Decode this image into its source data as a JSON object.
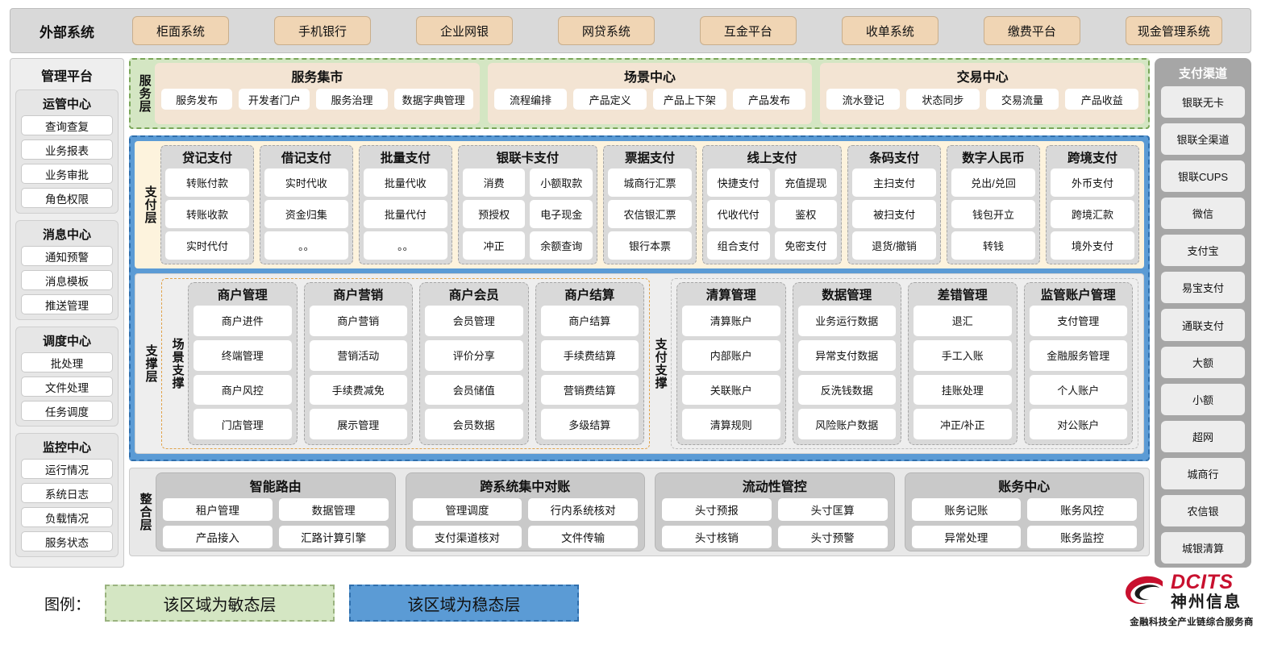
{
  "external": {
    "title": "外部系统",
    "items": [
      "柜面系统",
      "手机银行",
      "企业网银",
      "网贷系统",
      "互金平台",
      "收单系统",
      "缴费平台",
      "现金管理系统"
    ]
  },
  "management": {
    "title": "管理平台",
    "groups": [
      {
        "title": "运管中心",
        "items": [
          "查询查复",
          "业务报表",
          "业务审批",
          "角色权限"
        ]
      },
      {
        "title": "消息中心",
        "items": [
          "通知预警",
          "消息模板",
          "推送管理"
        ]
      },
      {
        "title": "调度中心",
        "items": [
          "批处理",
          "文件处理",
          "任务调度"
        ]
      },
      {
        "title": "监控中心",
        "items": [
          "运行情况",
          "系统日志",
          "负载情况",
          "服务状态"
        ]
      }
    ]
  },
  "service_layer": {
    "label": "服务层",
    "groups": [
      {
        "title": "服务集市",
        "items": [
          "服务发布",
          "开发者门户",
          "服务治理",
          "数据字典管理"
        ]
      },
      {
        "title": "场景中心",
        "items": [
          "流程编排",
          "产品定义",
          "产品上下架",
          "产品发布"
        ]
      },
      {
        "title": "交易中心",
        "items": [
          "流水登记",
          "状态同步",
          "交易流量",
          "产品收益"
        ]
      }
    ]
  },
  "payment_layer": {
    "label": "支付层",
    "columns": [
      {
        "title": "贷记支付",
        "cols": 1,
        "cells": [
          "转账付款",
          "转账收款",
          "实时代付"
        ]
      },
      {
        "title": "借记支付",
        "cols": 1,
        "cells": [
          "实时代收",
          "资金归集",
          "。。"
        ]
      },
      {
        "title": "批量支付",
        "cols": 1,
        "cells": [
          "批量代收",
          "批量代付",
          "。。"
        ]
      },
      {
        "title": "银联卡支付",
        "cols": 2,
        "cells": [
          "消费",
          "小额取款",
          "预授权",
          "电子现金",
          "冲正",
          "余额查询"
        ]
      },
      {
        "title": "票据支付",
        "cols": 1,
        "cells": [
          "城商行汇票",
          "农信银汇票",
          "银行本票"
        ]
      },
      {
        "title": "线上支付",
        "cols": 2,
        "cells": [
          "快捷支付",
          "充值提现",
          "代收代付",
          "鉴权",
          "组合支付",
          "免密支付"
        ]
      },
      {
        "title": "条码支付",
        "cols": 1,
        "cells": [
          "主扫支付",
          "被扫支付",
          "退货/撤销"
        ]
      },
      {
        "title": "数字人民币",
        "cols": 1,
        "cells": [
          "兑出/兑回",
          "钱包开立",
          "转钱"
        ]
      },
      {
        "title": "跨境支付",
        "cols": 1,
        "cells": [
          "外币支付",
          "跨境汇款",
          "境外支付"
        ]
      }
    ]
  },
  "support_layer": {
    "label": "支撑层",
    "scene": {
      "label": "场景支撑",
      "columns": [
        {
          "title": "商户管理",
          "items": [
            "商户进件",
            "终端管理",
            "商户风控",
            "门店管理"
          ]
        },
        {
          "title": "商户营销",
          "items": [
            "商户营销",
            "营销活动",
            "手续费减免",
            "展示管理"
          ]
        },
        {
          "title": "商户会员",
          "items": [
            "会员管理",
            "评价分享",
            "会员储值",
            "会员数据"
          ]
        },
        {
          "title": "商户结算",
          "items": [
            "商户结算",
            "手续费结算",
            "营销费结算",
            "多级结算"
          ]
        }
      ]
    },
    "pay_support": {
      "label": "支付支撑",
      "columns": [
        {
          "title": "清算管理",
          "items": [
            "清算账户",
            "内部账户",
            "关联账户",
            "清算规则"
          ]
        },
        {
          "title": "数据管理",
          "items": [
            "业务运行数据",
            "异常支付数据",
            "反洗钱数据",
            "风险账户数据"
          ]
        },
        {
          "title": "差错管理",
          "items": [
            "退汇",
            "手工入账",
            "挂账处理",
            "冲正/补正"
          ]
        },
        {
          "title": "监管账户管理",
          "items": [
            "支付管理",
            "金融服务管理",
            "个人账户",
            "对公账户"
          ]
        }
      ]
    }
  },
  "integration_layer": {
    "label": "整合层",
    "groups": [
      {
        "title": "智能路由",
        "rows": [
          [
            "租户管理",
            "数据管理"
          ],
          [
            "产品接入",
            "汇路计算引擎"
          ]
        ]
      },
      {
        "title": "跨系统集中对账",
        "rows": [
          [
            "管理调度",
            "行内系统核对"
          ],
          [
            "支付渠道核对",
            "文件传输"
          ]
        ]
      },
      {
        "title": "流动性管控",
        "rows": [
          [
            "头寸预报",
            "头寸匡算"
          ],
          [
            "头寸核销",
            "头寸预警"
          ]
        ]
      },
      {
        "title": "账务中心",
        "rows": [
          [
            "账务记账",
            "账务风控"
          ],
          [
            "异常处理",
            "账务监控"
          ]
        ]
      }
    ]
  },
  "channels": {
    "title": "支付渠道",
    "items": [
      "银联无卡",
      "银联全渠道",
      "银联CUPS",
      "微信",
      "支付宝",
      "易宝支付",
      "通联支付",
      "大额",
      "小额",
      "超网",
      "城商行",
      "农信银",
      "城银清算"
    ]
  },
  "legend": {
    "label": "图例：",
    "agile": "该区域为敏态层",
    "stable": "该区域为稳态层",
    "agile_color": "#d4e6c3",
    "stable_color": "#5b9bd5"
  },
  "logo": {
    "en": "DCITS",
    "cn": "神州信息",
    "slogan": "金融科技全产业链综合服务商",
    "brand_color": "#c8102e"
  }
}
